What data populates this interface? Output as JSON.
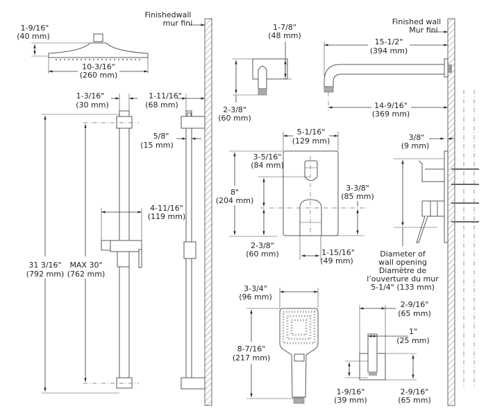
{
  "walls": {
    "left_label_en": "Finishedwall",
    "left_label_fr": "mur fini",
    "right_label_en": "Finished wall",
    "right_label_fr": "Mur fini"
  },
  "rain_head": {
    "height_in": "1-9/16\"",
    "height_mm": "(40 mm)",
    "width_in": "10-3/16\"",
    "width_mm": "(260 mm)"
  },
  "slide_bar": {
    "bar_in": "1-3/16\"",
    "bar_mm": "(30 mm)",
    "wall_in": "1-11/16\"",
    "wall_mm": "(68 mm)",
    "gap_in": "5/8\"",
    "gap_mm": "(15 mm)",
    "holder_in": "4-11/16\"",
    "holder_mm": "(119 mm)",
    "total_in": "31 3/16\"",
    "total_mm": "(792 mm)",
    "max_in": "MAX 30\"",
    "max_mm": "(762 mm)"
  },
  "tub_spout": {
    "width_in": "1-7/8\"",
    "width_mm": "(48 mm)",
    "height_in": "2-3/8\"",
    "height_mm": "(60 mm)"
  },
  "shower_arm": {
    "total_in": "15-1/2\"",
    "total_mm": "(394 mm)",
    "reach_in": "14-9/16\"",
    "reach_mm": "(369 mm)"
  },
  "valve": {
    "width_in": "5-1/16\"",
    "width_mm": "(129 mm)",
    "height_in": "8\"",
    "height_mm": "(204 mm)",
    "upper_in": "3-5/16\"",
    "upper_mm": "(84 mm)",
    "lower_in": "3-3/8\"",
    "lower_mm": "(85 mm)",
    "bottom_in": "2-3/8\"",
    "bottom_mm": "(60 mm)",
    "handle_in": "1-15/16\"",
    "handle_mm": "(49 mm)",
    "depth_in": "3/8\"",
    "depth_mm": "(9 mm)",
    "opening_lines": [
      "Diameter of",
      "wall opening",
      "Diamètre de",
      "l’ouverture du mur",
      "5-1/4\" (133 mm)"
    ]
  },
  "hand_shower": {
    "width_in": "3-3/4\"",
    "width_mm": "(96 mm)",
    "length_in": "8-7/16\"",
    "length_mm": "(217 mm)"
  },
  "holder": {
    "width_in": "2-9/16\"",
    "width_mm": "(65 mm)",
    "arm_in": "1\"",
    "arm_mm": "(25 mm)",
    "low_in": "1-9/16\"",
    "low_mm": "(39 mm)",
    "height_in": "2-9/16\"",
    "height_mm": "(65 mm)"
  }
}
